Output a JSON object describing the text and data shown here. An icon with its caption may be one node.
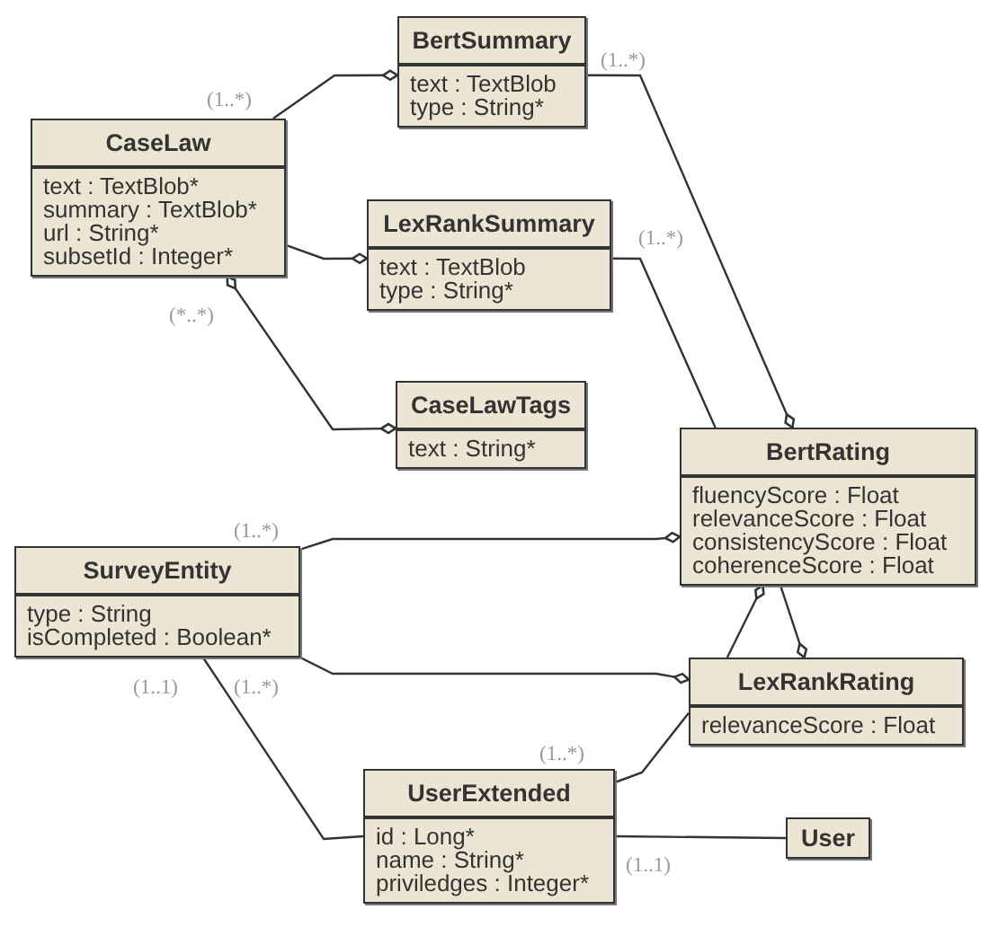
{
  "diagram": {
    "nodes": [
      {
        "text": [
          "BertSummary",
          "text : TextBlob",
          "type : String*"
        ]
      },
      {
        "text": [
          "CaseLaw",
          "text : TextBlob*",
          "summary : TextBlob*",
          "url : String*",
          "subsetId : Integer*"
        ]
      },
      {
        "text": [
          "LexRankSummary",
          "text : TextBlob",
          "type : String*"
        ]
      },
      {
        "text": [
          "CaseLawTags",
          "text : String*"
        ]
      },
      {
        "text": [
          "BertRating",
          "fluencyScore : Float",
          "relevanceScore : Float",
          "consistencyScore : Float",
          "coherenceScore : Float"
        ]
      },
      {
        "text": [
          "SurveyEntity",
          "type : String",
          "isCompleted : Boolean*"
        ]
      },
      {
        "text": [
          "LexRankRating",
          "relevanceScore : Float"
        ]
      },
      {
        "text": [
          "UserExtended",
          "id : Long*",
          "name : String*",
          "priviledges : Integer*"
        ]
      },
      {
        "text": [
          "User"
        ]
      }
    ],
    "edges": [
      {
        "from": 1,
        "to": 0,
        "arrow": "other"
      },
      {
        "from": 1,
        "to": 2,
        "arrow": "other"
      },
      {
        "from": 1,
        "to": 3,
        "arrow": "other"
      },
      {
        "from": 0,
        "to": 4,
        "arrow": "other"
      },
      {
        "from": 2,
        "to": 4,
        "arrow": "none"
      },
      {
        "from": 5,
        "to": 4,
        "arrow": "other"
      },
      {
        "from": 5,
        "to": 6,
        "arrow": "other"
      },
      {
        "from": 6,
        "to": 4,
        "arrow": "other"
      },
      {
        "from": 4,
        "to": 6,
        "arrow": "other"
      },
      {
        "from": 7,
        "to": 6,
        "arrow": "none"
      },
      {
        "from": 5,
        "to": 7,
        "arrow": "none"
      },
      {
        "from": 7,
        "to": 8,
        "arrow": "none"
      }
    ],
    "labels": [
      "(1..*)",
      "(1..*)",
      "(1..*)",
      "(*..*)",
      "(1..*)",
      "(1..1)",
      "(1..*)",
      "(1..*)",
      "(1..1)"
    ]
  }
}
